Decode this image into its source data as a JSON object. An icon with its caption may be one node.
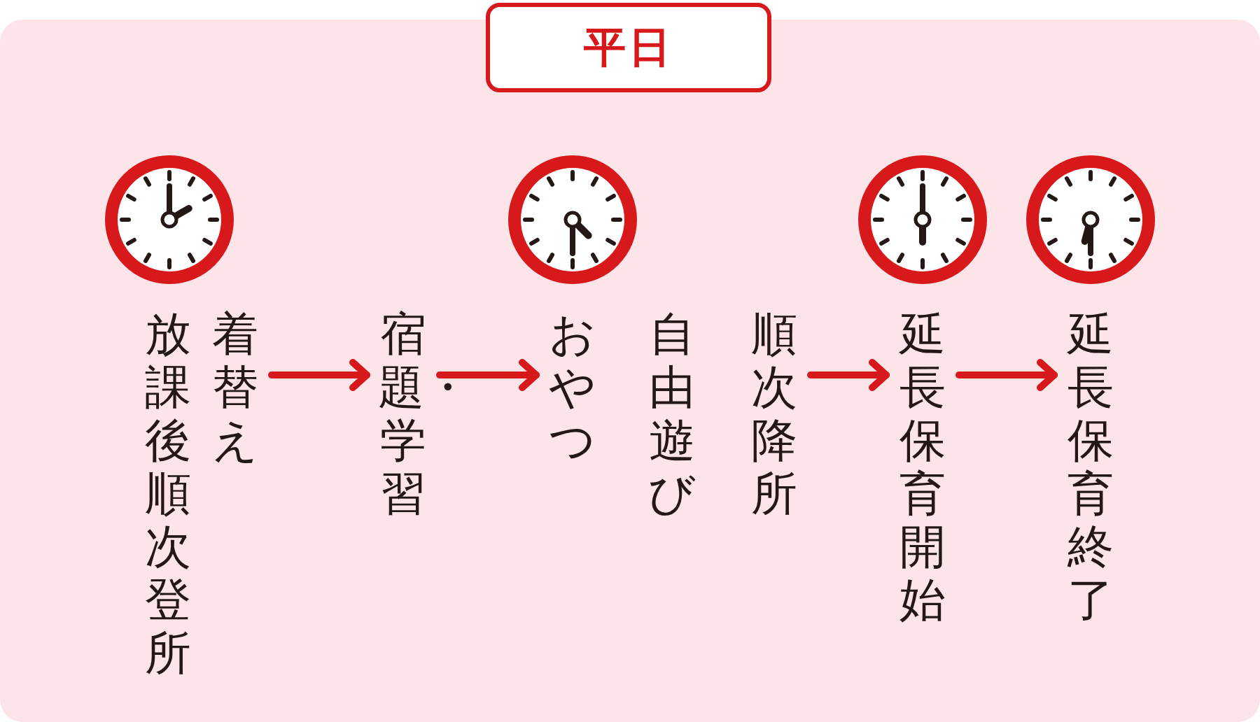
{
  "diagram": {
    "title": "平日",
    "nodes": [
      {
        "text": [
          "放課後順次登所"
        ]
      },
      {
        "text": [
          "着替え"
        ]
      },
      {
        "text": [
          "宿題・学習"
        ]
      },
      {
        "text": [
          "おやつ"
        ]
      },
      {
        "text": [
          "自由遊び"
        ]
      },
      {
        "text": [
          "順次降所"
        ]
      },
      {
        "text": [
          "延長保育開始"
        ]
      },
      {
        "text": [
          "延長保育終了"
        ]
      }
    ],
    "edges": [
      {
        "from": 1,
        "to": 2,
        "arrow": "to"
      },
      {
        "from": 2,
        "to": 3,
        "arrow": "to"
      },
      {
        "from": 5,
        "to": 6,
        "arrow": "to"
      },
      {
        "from": 6,
        "to": 7,
        "arrow": "to"
      }
    ]
  }
}
